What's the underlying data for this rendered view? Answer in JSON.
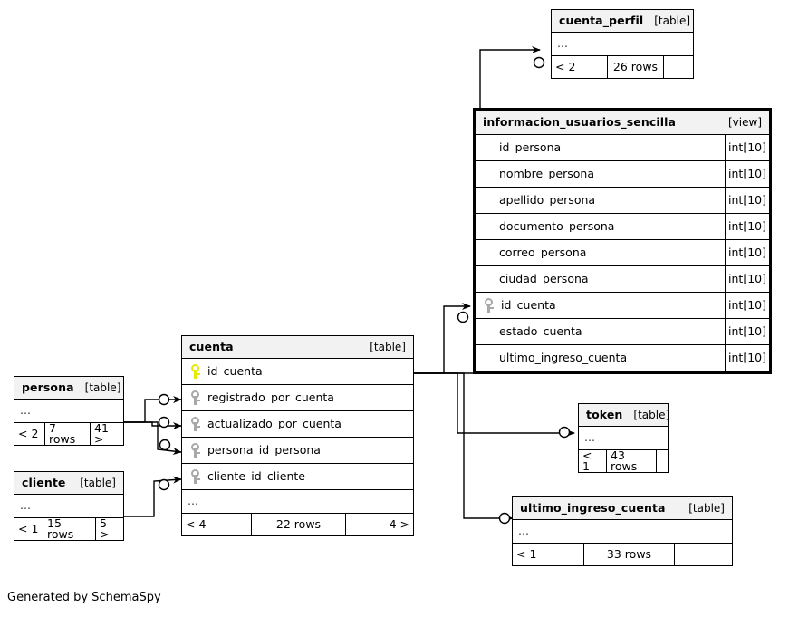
{
  "diagram": {
    "title": "SchemaSpy relationships diagram",
    "credit": "Generated by SchemaSpy",
    "colors": {
      "background": "#ffffff",
      "line": "#000000",
      "header_fill": "#f2f2f2",
      "primary_key": "#e8e800",
      "foreign_key": "#a8a8a8"
    }
  },
  "entities": {
    "cuenta_perfil": {
      "name": "cuenta_perfil",
      "type": "[table]",
      "dots": "...",
      "footer": {
        "left": "< 2",
        "middle": "26 rows",
        "right": ""
      },
      "columns": []
    },
    "informacion_usuarios_sencilla": {
      "name": "informacion_usuarios_sencilla",
      "type": "[view]",
      "columns": [
        {
          "name": "id_persona",
          "type": "int[10]",
          "key": "none"
        },
        {
          "name": "nombre_persona",
          "type": "int[10]",
          "key": "none"
        },
        {
          "name": "apellido_persona",
          "type": "int[10]",
          "key": "none"
        },
        {
          "name": "documento_persona",
          "type": "int[10]",
          "key": "none"
        },
        {
          "name": "correo_persona",
          "type": "int[10]",
          "key": "none"
        },
        {
          "name": "ciudad_persona",
          "type": "int[10]",
          "key": "none"
        },
        {
          "name": "id_cuenta",
          "type": "int[10]",
          "key": "fk"
        },
        {
          "name": "estado_cuenta",
          "type": "int[10]",
          "key": "none"
        },
        {
          "name": "ultimo_ingreso_cuenta",
          "type": "int[10]",
          "key": "none"
        }
      ]
    },
    "cuenta": {
      "name": "cuenta",
      "type": "[table]",
      "dots": "...",
      "footer": {
        "left": "< 4",
        "middle": "22 rows",
        "right": "4 >"
      },
      "columns": [
        {
          "name": "id_cuenta",
          "key": "pk"
        },
        {
          "name": "registrado_por_cuenta",
          "key": "fk"
        },
        {
          "name": "actualizado_por_cuenta",
          "key": "fk"
        },
        {
          "name": "persona_id_persona",
          "key": "fk"
        },
        {
          "name": "cliente_id_cliente",
          "key": "fk"
        }
      ]
    },
    "persona": {
      "name": "persona",
      "type": "[table]",
      "dots": "...",
      "footer": {
        "left": "< 2",
        "middle": "7 rows",
        "right": "41 >"
      },
      "columns": []
    },
    "cliente": {
      "name": "cliente",
      "type": "[table]",
      "dots": "...",
      "footer": {
        "left": "< 1",
        "middle": "15 rows",
        "right": "5 >"
      },
      "columns": []
    },
    "token": {
      "name": "token",
      "type": "[table]",
      "dots": "...",
      "footer": {
        "left": "< 1",
        "middle": "43 rows",
        "right": ""
      },
      "columns": []
    },
    "ultimo_ingreso_cuenta": {
      "name": "ultimo_ingreso_cuenta",
      "type": "[table]",
      "dots": "...",
      "footer": {
        "left": "< 1",
        "middle": "33 rows",
        "right": ""
      },
      "columns": []
    }
  }
}
